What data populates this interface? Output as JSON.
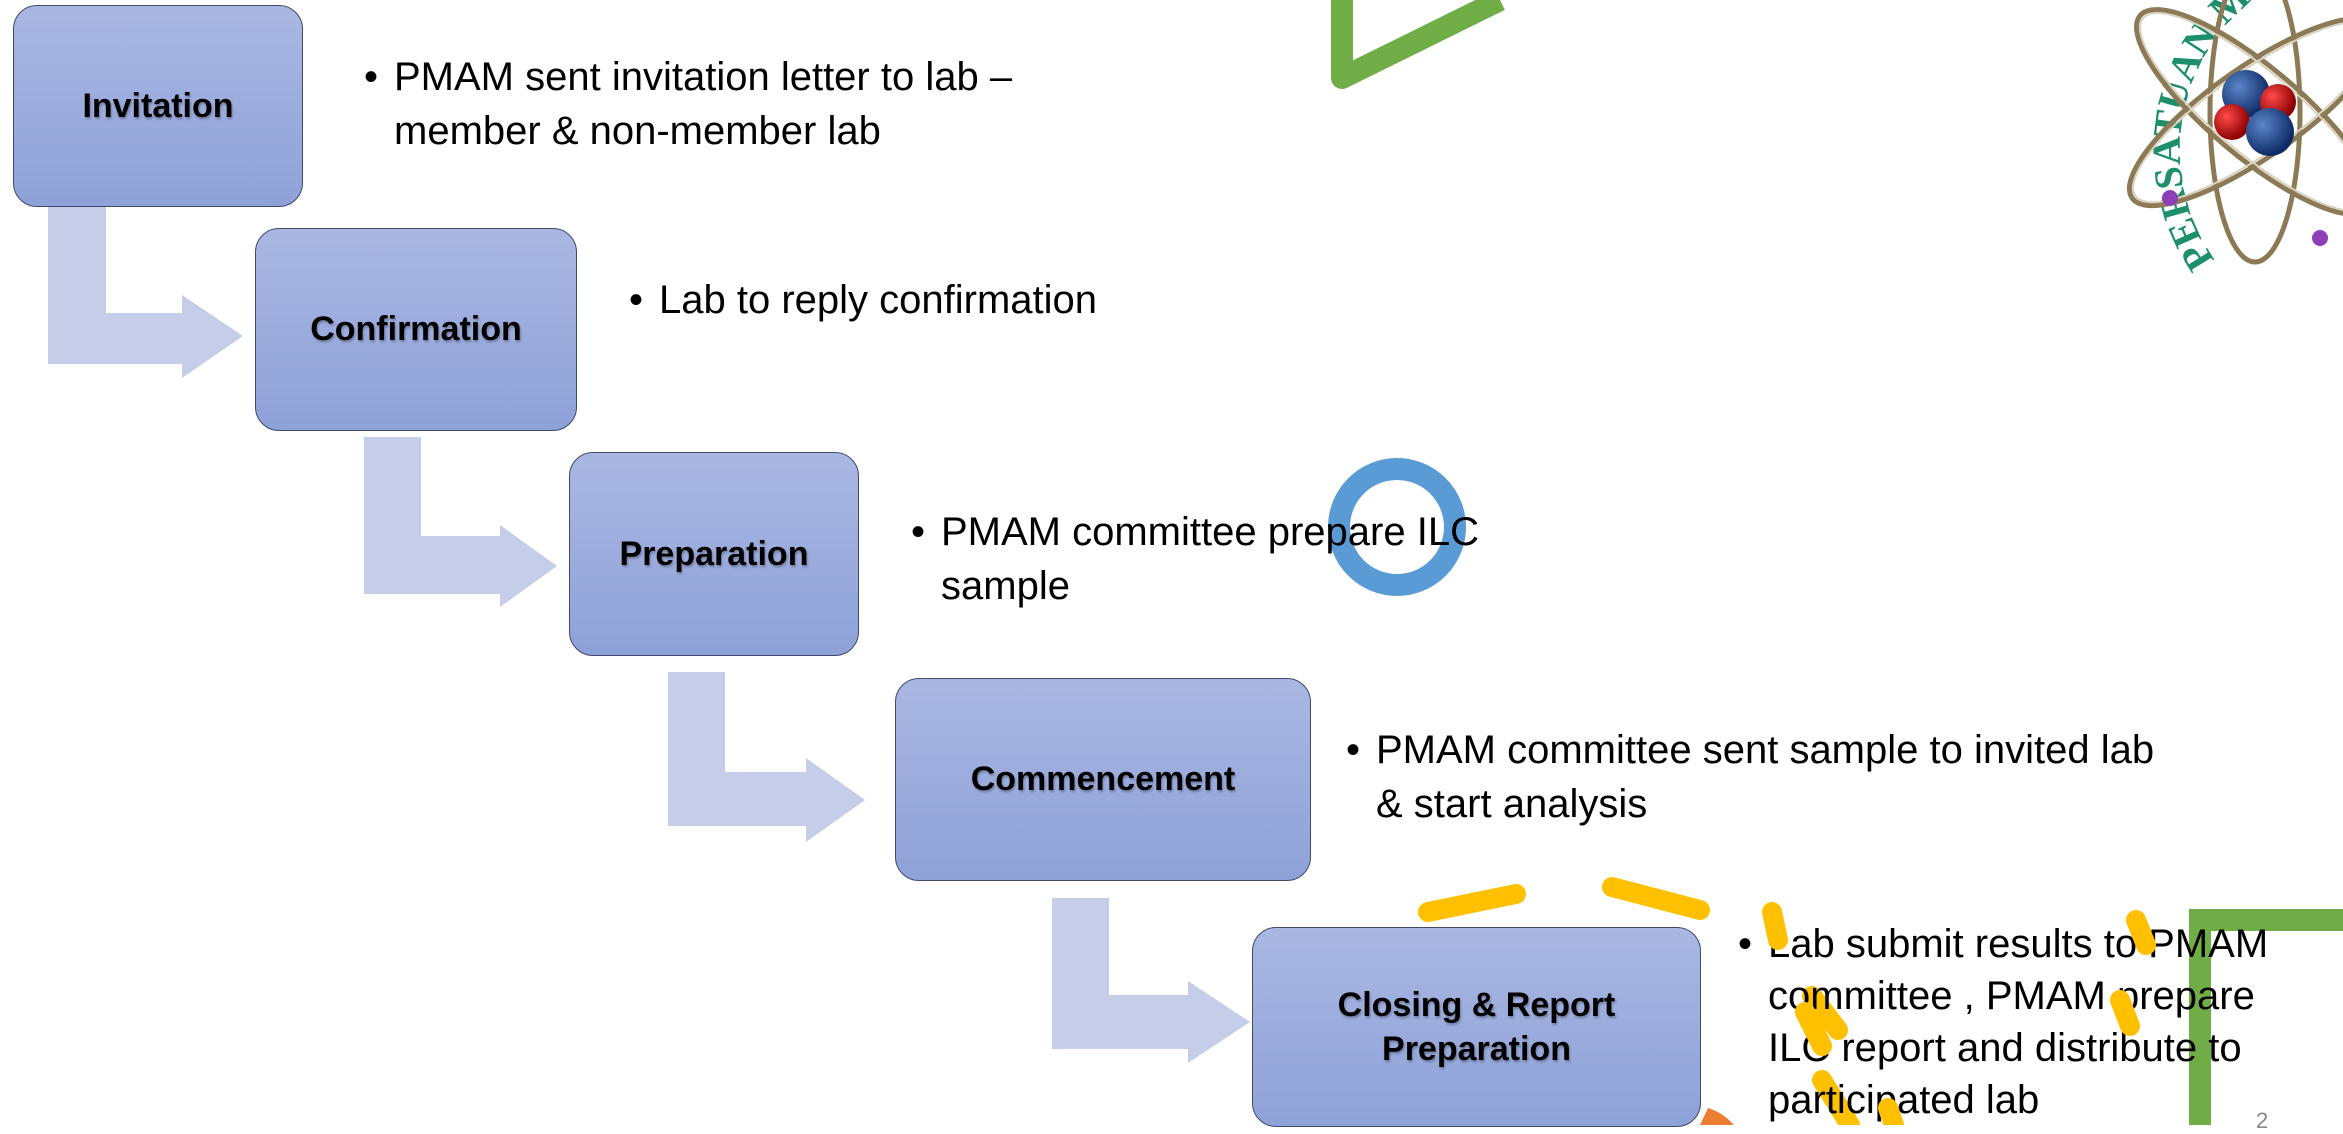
{
  "steps": [
    {
      "label": "Invitation",
      "bullet": "PMAM sent invitation letter to lab –\nmember & non-member lab"
    },
    {
      "label": "Confirmation",
      "bullet": "Lab to reply confirmation"
    },
    {
      "label": "Preparation",
      "bullet": "PMAM committee prepare ILC\nsample"
    },
    {
      "label": "Commencement",
      "bullet": "PMAM committee sent sample to invited lab\n& start analysis"
    },
    {
      "label": "Closing & Report\nPreparation",
      "bullet": "Lab submit results to PMAM\ncommittee , PMAM prepare\nILC report and distribute to\nparticipated lab"
    }
  ],
  "logo_text": "PERSATUAN MAK",
  "page_number": "2",
  "colors": {
    "box_top": "#aab7e2",
    "box_bottom": "#8ea1d8",
    "arrow": "#c5cde8",
    "green": "#70ad47",
    "blue": "#5b9bd5",
    "yellow": "#ffc000",
    "orange": "#ed7d31"
  }
}
